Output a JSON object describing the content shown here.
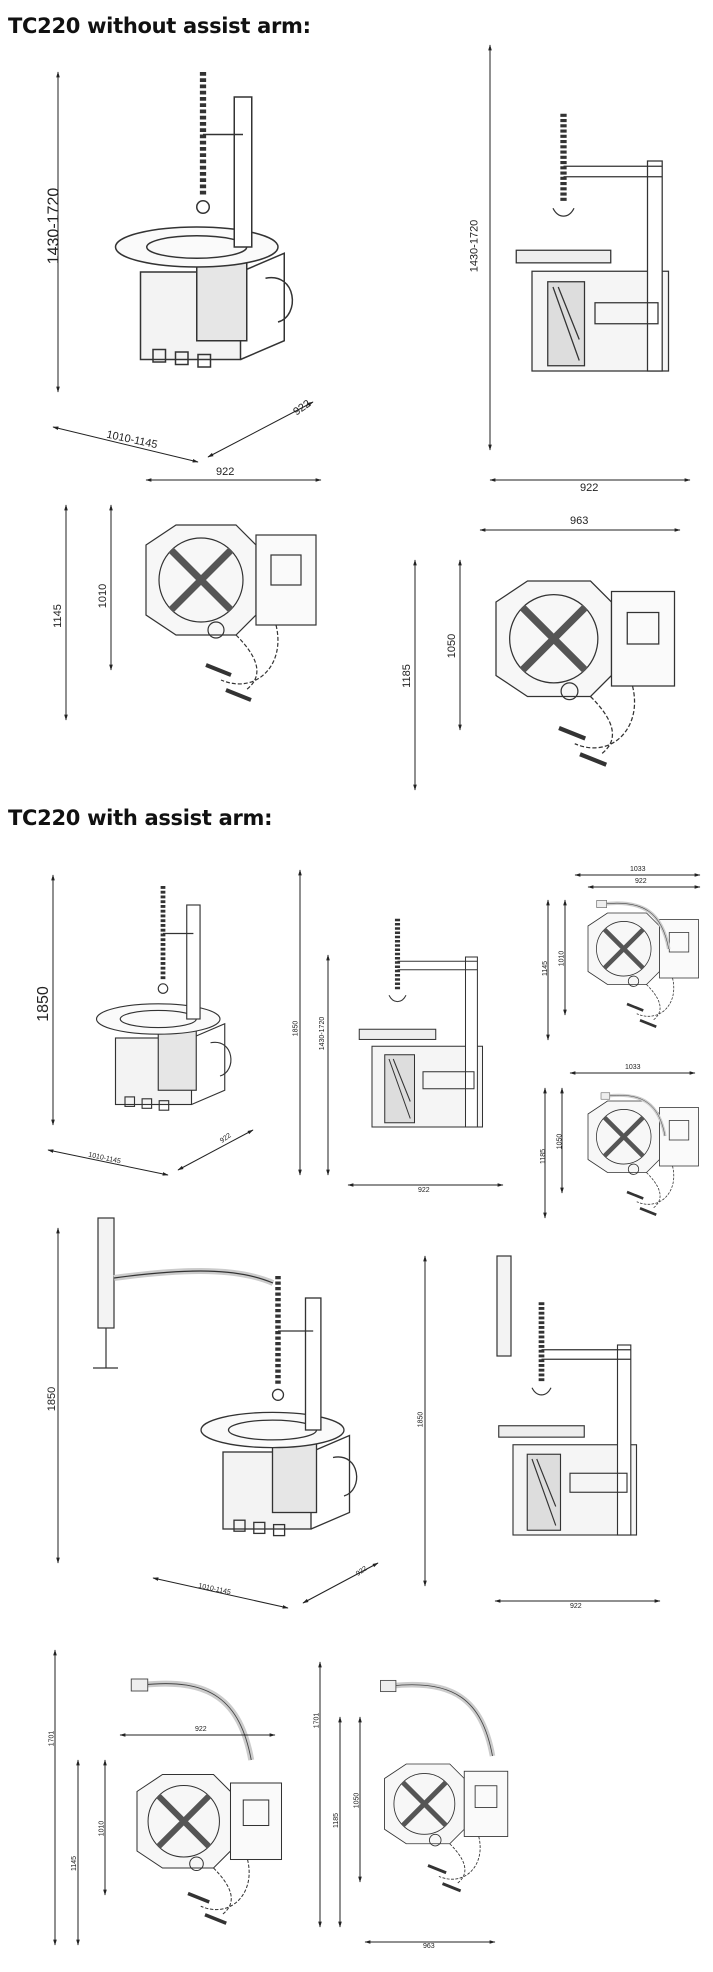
{
  "sections": [
    {
      "title": "TC220 without assist arm:",
      "drawings": [
        {
          "view": "isometric",
          "labels": [
            "1430-1720",
            "1010-1145",
            "922"
          ]
        },
        {
          "view": "side",
          "labels": [
            "1430-1720",
            "922"
          ]
        },
        {
          "view": "top",
          "labels": [
            "922",
            "1145",
            "1010"
          ]
        },
        {
          "view": "top-rotated",
          "labels": [
            "963",
            "1185",
            "1050"
          ]
        }
      ]
    },
    {
      "title": "TC220 with assist arm:",
      "drawings": [
        {
          "view": "isometric",
          "labels": [
            "1850",
            "1010-1145",
            "922"
          ]
        },
        {
          "view": "side",
          "labels": [
            "1850",
            "1430-1720",
            "922"
          ]
        },
        {
          "view": "top",
          "labels": [
            "1033",
            "922",
            "1145",
            "1010"
          ]
        },
        {
          "view": "top-rotated",
          "labels": [
            "1033",
            "1185",
            "1050"
          ]
        },
        {
          "view": "isometric-arm-extended",
          "labels": [
            "1850",
            "1010-1145",
            "922"
          ]
        },
        {
          "view": "side-arm",
          "labels": [
            "1850",
            "922"
          ]
        },
        {
          "view": "top-arm",
          "labels": [
            "1701",
            "922",
            "1145",
            "1010"
          ]
        },
        {
          "view": "top-arm-rotated",
          "labels": [
            "1701",
            "1185",
            "1050",
            "963"
          ]
        }
      ]
    }
  ]
}
